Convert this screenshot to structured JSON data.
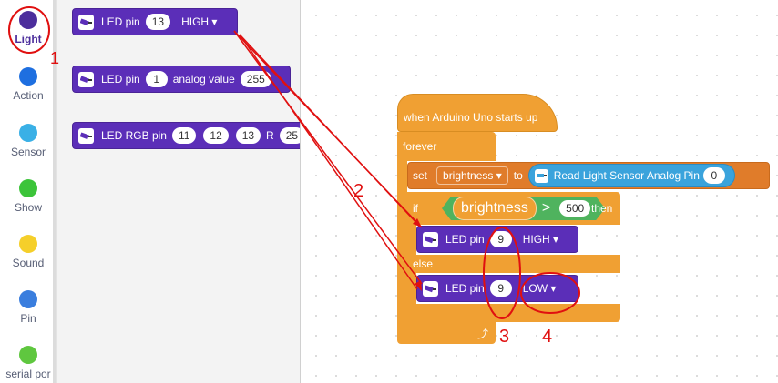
{
  "categories": [
    {
      "label": "Light",
      "color": "#4c2e9c",
      "active": true
    },
    {
      "label": "Action",
      "color": "#1e6fe0"
    },
    {
      "label": "Sensor",
      "color": "#3ab0e6"
    },
    {
      "label": "Show",
      "color": "#3cc43a"
    },
    {
      "label": "Sound",
      "color": "#f5cf2a"
    },
    {
      "label": "Pin",
      "color": "#3a7ede"
    },
    {
      "label": "serial por",
      "color": "#5fc73f"
    }
  ],
  "flyout": {
    "block1": {
      "label": "LED pin",
      "pin": "13",
      "state": "HIGH"
    },
    "block2": {
      "label": "LED pin",
      "pin": "1",
      "text": "analog value",
      "value": "255"
    },
    "block3": {
      "label": "LED RGB pin",
      "p1": "11",
      "p2": "12",
      "p3": "13",
      "r": "R",
      "rv": "25"
    }
  },
  "script": {
    "hat": "when Arduino Uno starts up",
    "forever": "forever",
    "set": "set",
    "var": "brightness",
    "to": "to",
    "sensor": "Read Light Sensor Analog Pin",
    "sensor_pin": "0",
    "if": "if",
    "cond_var": "brightness",
    "op": ">",
    "threshold": "500",
    "then": "then",
    "led1": {
      "label": "LED pin",
      "pin": "9",
      "state": "HIGH"
    },
    "else": "else",
    "led2": {
      "label": "LED pin",
      "pin": "9",
      "state": "LOW"
    }
  },
  "annotations": {
    "n1": "1",
    "n2": "2",
    "n3": "3",
    "n4": "4"
  }
}
